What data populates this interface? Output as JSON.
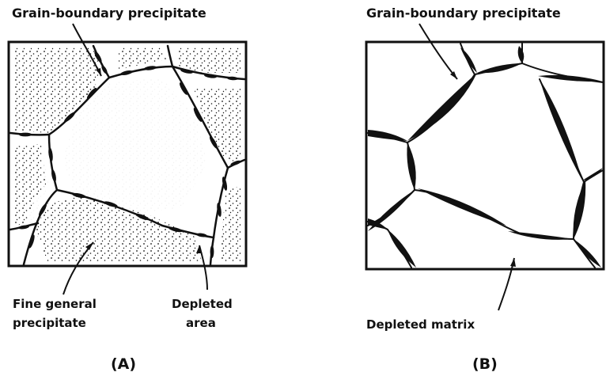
{
  "panel_a": {
    "label_top": "Grain-boundary precipitate",
    "label_fine_1": "Fine general",
    "label_fine_2": "precipitate",
    "label_depleted_1": "Depleted",
    "label_depleted_2": "area",
    "caption": "(A)"
  },
  "panel_b": {
    "label_top": "Grain-boundary precipitate",
    "label_matrix": "Depleted matrix",
    "caption": "(B)"
  },
  "colors": {
    "ink": "#111111",
    "background": "#ffffff"
  }
}
